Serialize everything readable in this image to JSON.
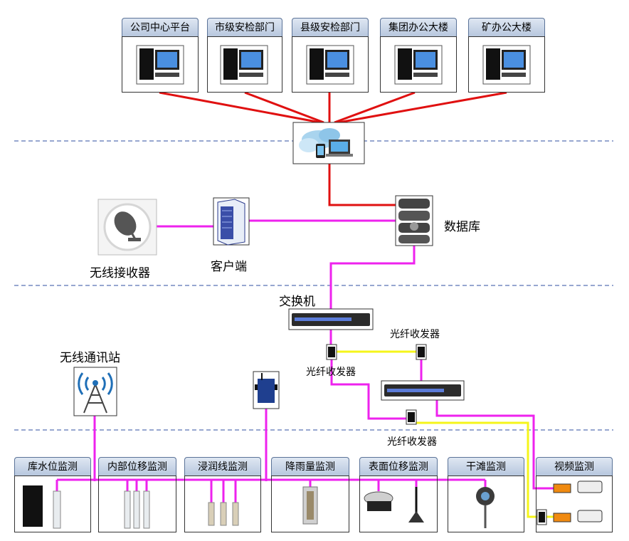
{
  "top_nodes": [
    {
      "label": "公司中心平台",
      "icon": "desktop-computer-icon"
    },
    {
      "label": "市级安检部门",
      "icon": "desktop-computer-icon"
    },
    {
      "label": "县级安检部门",
      "icon": "desktop-computer-icon"
    },
    {
      "label": "集团办公大楼",
      "icon": "desktop-computer-icon"
    },
    {
      "label": "矿办公大楼",
      "icon": "desktop-computer-icon"
    }
  ],
  "nodes": {
    "cloud": {
      "icon": "cloud-devices-icon"
    },
    "database": {
      "label": "数据库",
      "icon": "database-server-icon"
    },
    "client": {
      "label": "客户端",
      "icon": "tower-server-icon"
    },
    "wireless_receiver": {
      "label": "无线接收器",
      "icon": "satellite-dish-icon"
    },
    "switch": {
      "label": "交换机",
      "icon": "network-switch-icon"
    },
    "transceiver_a": {
      "label": "光纤收发器"
    },
    "transceiver_b": {
      "label": "光纤收发器"
    },
    "transceiver_c": {
      "label": "光纤收发器"
    },
    "wireless_station": {
      "label": "无线通讯站",
      "icon": "radio-tower-icon"
    }
  },
  "monitors": [
    {
      "label": "库水位监测"
    },
    {
      "label": "内部位移监测"
    },
    {
      "label": "浸润线监测"
    },
    {
      "label": "降雨量监测"
    },
    {
      "label": "表面位移监测"
    },
    {
      "label": "干滩监测"
    },
    {
      "label": "视频监测"
    }
  ],
  "colors": {
    "red_link": "#e01010",
    "magenta_link": "#ee22ee",
    "yellow_link": "#f5f51a",
    "divider": "#2f4fa0",
    "tab_border": "#5b7398"
  }
}
